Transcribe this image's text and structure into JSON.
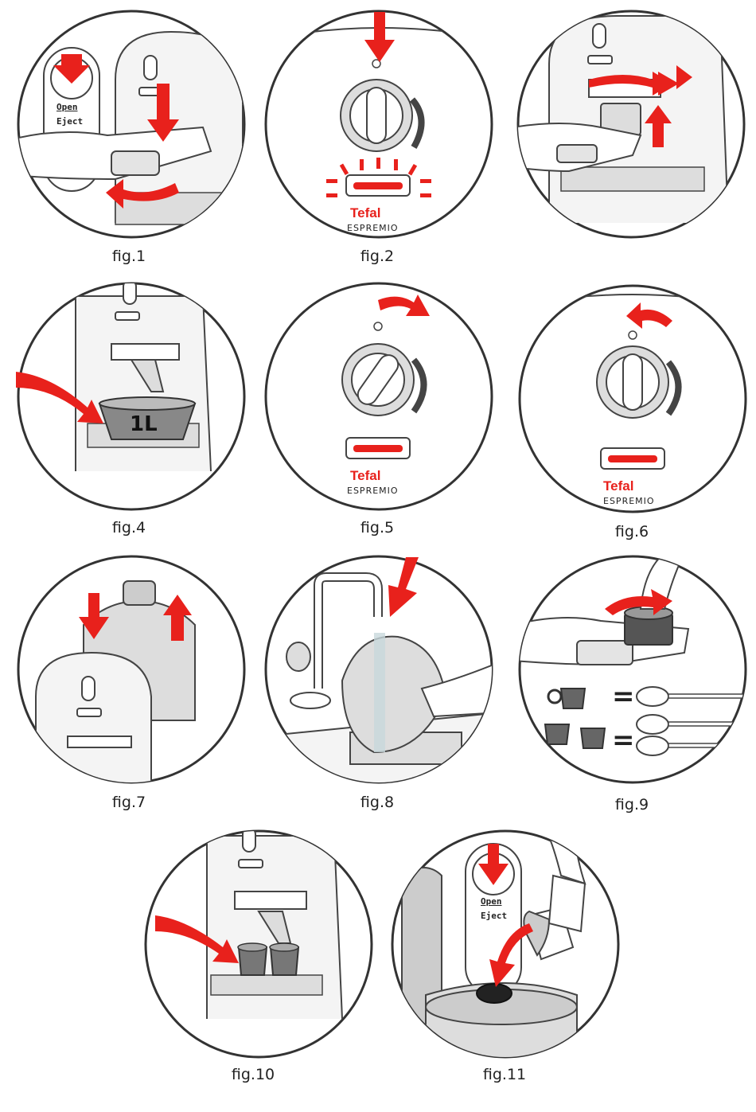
{
  "figures": [
    {
      "id": "fig1",
      "caption": "fig.1",
      "button_open": "Open",
      "button_eject": "Eject"
    },
    {
      "id": "fig2",
      "caption": "fig.2",
      "brand": "Tefal",
      "model": "ESPREMIO"
    },
    {
      "id": "fig3",
      "caption": ""
    },
    {
      "id": "fig4",
      "caption": "fig.4",
      "bowl_label": "1L"
    },
    {
      "id": "fig5",
      "caption": "fig.5",
      "brand": "Tefal",
      "model": "ESPREMIO"
    },
    {
      "id": "fig6",
      "caption": "fig.6",
      "brand": "Tefal",
      "model": "ESPREMIO"
    },
    {
      "id": "fig7",
      "caption": "fig.7"
    },
    {
      "id": "fig8",
      "caption": "fig.8"
    },
    {
      "id": "fig9",
      "caption": "fig.9",
      "equals": "="
    },
    {
      "id": "fig10",
      "caption": "fig.10"
    },
    {
      "id": "fig11",
      "caption": "fig.11",
      "button_open": "Open",
      "button_eject": "Eject"
    }
  ],
  "colors": {
    "arrow": "#e8211c",
    "line": "#333333",
    "fill_grey": "#dcdcdc",
    "dark": "#555555"
  }
}
